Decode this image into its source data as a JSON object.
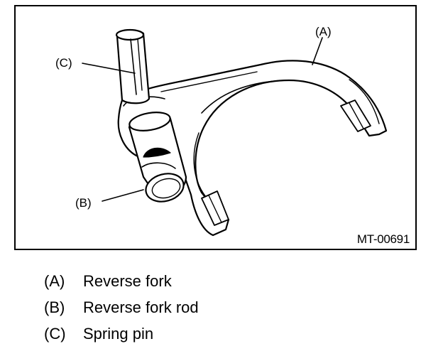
{
  "figure": {
    "figure_id": "MT-00691",
    "callouts": {
      "a": "(A)",
      "b": "(B)",
      "c": "(C)"
    }
  },
  "legend": {
    "items": [
      {
        "key": "(A)",
        "text": "Reverse fork"
      },
      {
        "key": "(B)",
        "text": "Reverse fork rod"
      },
      {
        "key": "(C)",
        "text": "Spring pin"
      }
    ]
  },
  "colors": {
    "ink": "#000000",
    "paper": "#ffffff"
  }
}
